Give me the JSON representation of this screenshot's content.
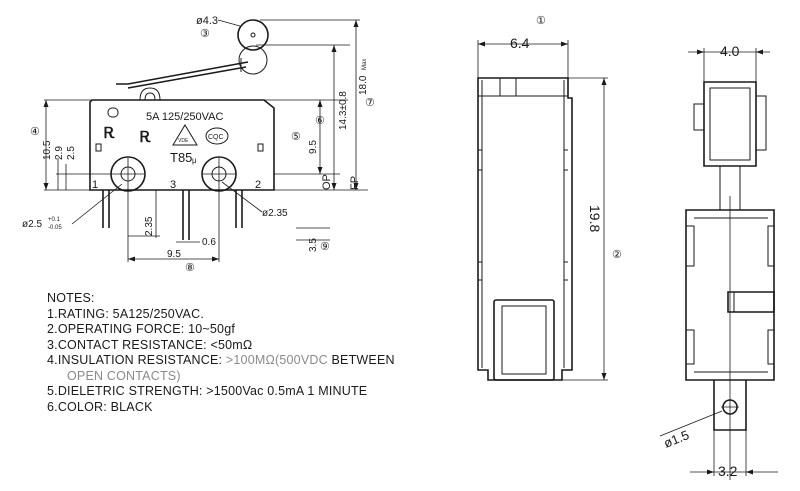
{
  "side_view": {
    "dim_roller_dia": "ø4.3",
    "ref_roller": "③",
    "label_rating": "5A  125/250VAC",
    "label_model": "T85",
    "label_model_suffix": "μ",
    "mark_ul1": "Ꭱ",
    "mark_ul2": "Ꭱ",
    "mark_vde": "VDE",
    "mark_cqc": "CQC",
    "terminal_1": "1",
    "terminal_2": "2",
    "terminal_3": "3",
    "dim_height": "10.5",
    "dim_29": "2.9",
    "dim_25": "2.5",
    "ref_height": "④",
    "dim_95v": "9.5",
    "ref_95v": "⑤",
    "dim_op": "14.3±0.8",
    "ref_op": "⑥",
    "dim_fp": "18.0",
    "dim_fp_suffix": "Max",
    "ref_fp": "⑦",
    "label_op": "OP",
    "label_fp": "FP",
    "dim_hole": "ø2.5",
    "dim_hole_tol_plus": "+0.1",
    "dim_hole_tol_minus": "-0.05",
    "dim_pin_hole": "ø2.35",
    "dim_235v": "2.35",
    "dim_06": "0.6",
    "dim_95h": "9.5",
    "ref_95h": "⑧",
    "dim_35": "3.5",
    "ref_35": "⑨"
  },
  "front_view": {
    "dim_width": "6.4",
    "ref_width": "①",
    "dim_length": "19.8",
    "ref_length": "②"
  },
  "end_view": {
    "dim_width": "4.0",
    "dim_hole": "ø1.5",
    "dim_tab": "3.2"
  },
  "notes": {
    "title": "NOTES:",
    "n1": "1.RATING: 5A125/250VAC.",
    "n2": "2.OPERATING FORCE: 10~50gf",
    "n3": "3.CONTACT RESISTANCE: <50mΩ",
    "n4_a": "4.INSULATION RESISTANCE: ",
    "n4_b": ">100MΩ(500VDC",
    "n4_c": " BETWEEN",
    "n4_d": "OPEN CONTACTS)",
    "n5": "5.DIELETRIC STRENGTH: >1500Vac 0.5mA 1 MINUTE",
    "n6": "6.COLOR: BLACK"
  }
}
